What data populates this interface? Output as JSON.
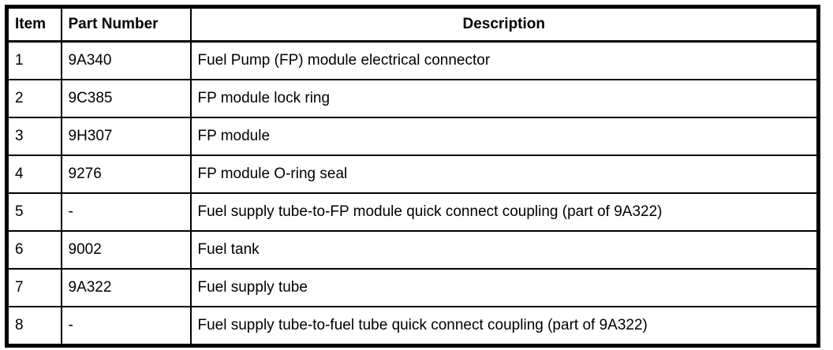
{
  "colors": {
    "border": "#000000",
    "text": "#000000",
    "background": "#ffffff"
  },
  "table": {
    "headers": [
      "Item",
      "Part Number",
      "Description"
    ],
    "rows": [
      {
        "item": "1",
        "part_number": "9A340",
        "description": "Fuel Pump (FP) module electrical connector"
      },
      {
        "item": "2",
        "part_number": "9C385",
        "description": "FP module lock ring"
      },
      {
        "item": "3",
        "part_number": "9H307",
        "description": "FP module"
      },
      {
        "item": "4",
        "part_number": "9276",
        "description": "FP module O-ring seal"
      },
      {
        "item": "5",
        "part_number": "-",
        "description": "Fuel supply tube-to-FP module quick connect coupling (part of 9A322)"
      },
      {
        "item": "6",
        "part_number": "9002",
        "description": "Fuel tank"
      },
      {
        "item": "7",
        "part_number": "9A322",
        "description": "Fuel supply tube"
      },
      {
        "item": "8",
        "part_number": "-",
        "description": "Fuel supply tube-to-fuel tube quick connect coupling (part of 9A322)"
      }
    ]
  }
}
